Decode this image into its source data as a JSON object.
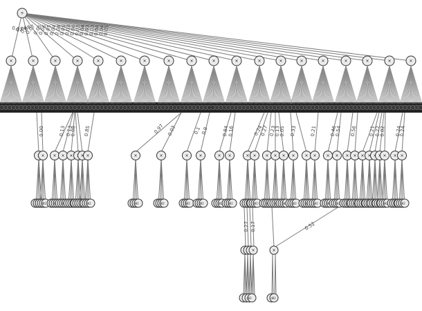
{
  "root": {
    "label": "+"
  },
  "product_symbol": "×",
  "level1_weights": [
    "0.07",
    "0.06",
    "0.08",
    "0.07",
    "0.05",
    "0.06",
    "0.05",
    "0.04",
    "0.04",
    "0.05",
    "0.03",
    "0.04",
    "0.03",
    "0.04",
    "0.03",
    "0.03",
    "0.04",
    "0.04",
    "0.05"
  ],
  "leaf_dense_label": "d82",
  "level2_weights": [
    "0.00",
    "0.13",
    "0.13",
    "0.08",
    "0.85",
    "0.97",
    "0.03",
    "0.1",
    "0.9",
    "0.84",
    "0.16",
    "0.24",
    "0.27",
    "0.23",
    "0.13",
    "0.05",
    "0.33",
    "0.21",
    "0.46",
    "0.54",
    "0.56",
    "0.21",
    "0.22",
    "0.02",
    "0.24",
    "0.24"
  ],
  "level3_weights": [
    "0.27",
    "0.17",
    "0.52"
  ],
  "colors": {
    "edge": "#7a7a7a",
    "node_fill": "#ececec",
    "node_stroke": "#333333",
    "dense_band": "#222222"
  }
}
